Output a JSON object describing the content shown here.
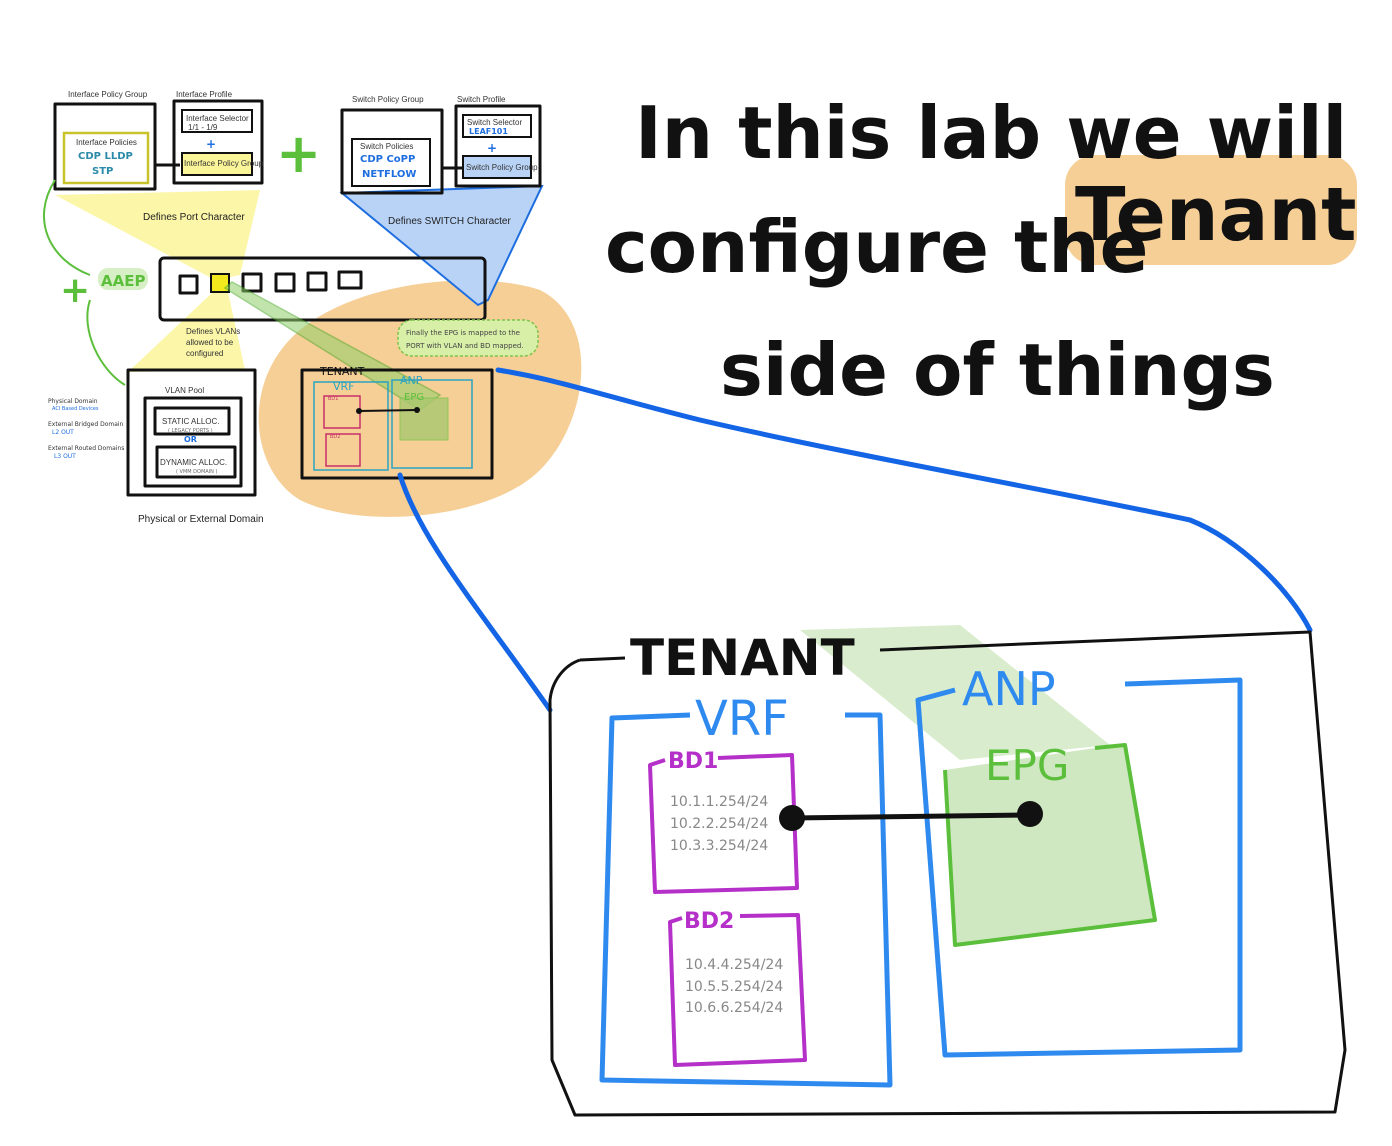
{
  "headline": {
    "line1": "In this lab we will",
    "line2_prefix": "configure the",
    "line2_highlight": "Tenant",
    "line3": "side of things"
  },
  "overview": {
    "interface_policy_group_title": "Interface Policy Group",
    "interface_policies_label": "Interface Policies",
    "interface_policies_line1": "CDP LLDP",
    "interface_policies_line2": "STP",
    "interface_profile_title": "Interface Profile",
    "interface_selector_label": "Interface Selector",
    "interface_selector_value": "1/1 - 1/9",
    "interface_profile_group": "Interface Policy Group",
    "defines_port": "Defines Port Character",
    "switch_policy_group_title": "Switch Policy Group",
    "switch_policies_label": "Switch Policies",
    "switch_policies_line1": "CDP CoPP",
    "switch_policies_line2": "NETFLOW",
    "switch_profile_title": "Switch Profile",
    "switch_selector_label": "Switch Selector",
    "switch_selector_value": "LEAF101",
    "switch_profile_group": "Switch Policy Group",
    "defines_switch": "Defines SWITCH Character",
    "plus": "+",
    "aaep": "AAEP",
    "defines_vlans_1": "Defines VLANs",
    "defines_vlans_2": "allowed to be",
    "defines_vlans_3": "configured",
    "vlan_pool": "VLAN Pool",
    "static_alloc": "STATIC ALLOC.",
    "static_note": "( LEGACY PORTS )",
    "or": "OR",
    "dynamic_alloc": "DYNAMIC ALLOC.",
    "dynamic_note": "( VMM DOMAIN )",
    "physical_domain": "Physical Domain",
    "physical_domain_note": "ACI Based Devices",
    "ext_bridged": "External Bridged Domain",
    "ext_bridged_note": "L2 OUT",
    "ext_routed": "External Routed Domains",
    "ext_routed_note": "L3 OUT",
    "physical_or_external": "Physical or External Domain",
    "epg_note_1": "Finally the EPG is mapped to the",
    "epg_note_2": "PORT with VLAN and BD mapped.",
    "tenant": "TENANT",
    "vrf": "VRF",
    "anp": "ANP",
    "epg": "EPG",
    "bd1": "BD1",
    "bd2": "BD2"
  },
  "detail": {
    "tenant": "TENANT",
    "vrf": "VRF",
    "anp": "ANP",
    "epg": "EPG",
    "bd1": "BD1",
    "bd1_subnets": [
      "10.1.1.254/24",
      "10.2.2.254/24",
      "10.3.3.254/24"
    ],
    "bd2": "BD2",
    "bd2_subnets": [
      "10.4.4.254/24",
      "10.5.5.254/24",
      "10.6.6.254/24"
    ]
  },
  "colors": {
    "tenant_highlight": "#f6cf96",
    "vrf_blue": "#2f8af0",
    "bd_magenta": "#b52fc9",
    "epg_green": "#cfe8c2",
    "accent_green": "#5cbf3c",
    "connector_blue": "#1464e6",
    "port_yellow": "#fbf59a"
  }
}
